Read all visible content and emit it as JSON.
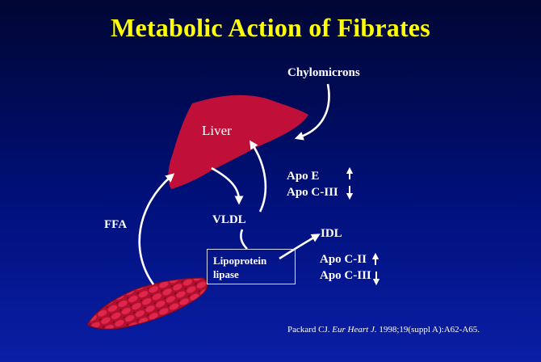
{
  "title": "Metabolic Action of Fibrates",
  "labels": {
    "chylomicrons": "Chylomicrons",
    "liver": "Liver",
    "vldl": "VLDL",
    "ffa": "FFA",
    "idl": "IDL",
    "apo_e": "Apo E",
    "apo_c3_top": "Apo C-III",
    "apo_c2": "Apo C-II",
    "apo_c3_bottom": "Apo C-III",
    "lpl_line1": "Lipoprotein",
    "lpl_line2": "lipase"
  },
  "citation": {
    "authors": "Packard CJ. ",
    "journal": "Eur Heart J.",
    "details": " 1998;19(suppl A):A62-A65."
  },
  "colors": {
    "title": "#ffff00",
    "organ": "#c0103a",
    "text": "#ffffff"
  }
}
